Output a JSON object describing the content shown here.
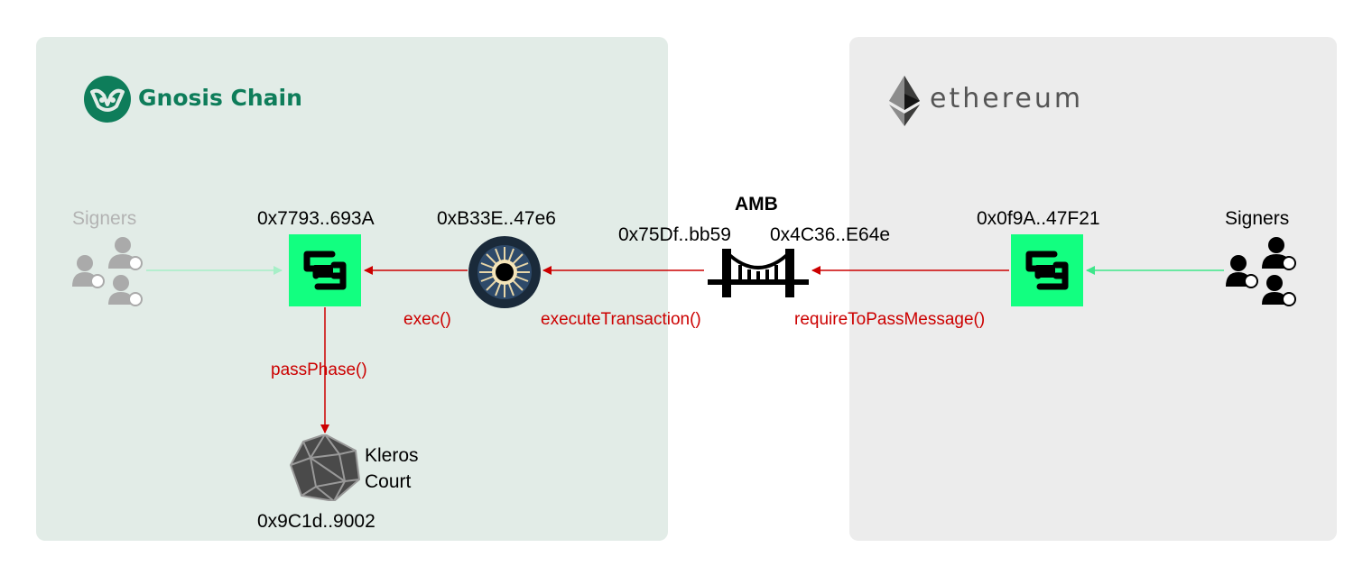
{
  "left_panel": {
    "brand": "Gnosis Chain",
    "signers_label": "Signers",
    "safe_address": "0x7793..693A",
    "module_address": "0xB33E..47e6",
    "exec_call": "exec()",
    "pass_phase_call": "passPhase()",
    "kleros_label_line1": "Kleros",
    "kleros_label_line2": "Court",
    "kleros_address": "0x9C1d..9002"
  },
  "bridge": {
    "title": "AMB",
    "gnosis_side_address": "0x75Df..bb59",
    "eth_side_address": "0x4C36..E64e",
    "execute_call": "executeTransaction()",
    "require_call": "requireToPassMessage()"
  },
  "right_panel": {
    "brand": "ethereum",
    "signers_label": "Signers",
    "safe_address": "0x0f9A..47F21"
  },
  "colors": {
    "gnosis_panel": "#e2ece7",
    "eth_panel": "#ececec",
    "safe_green": "#12ff80",
    "call_red": "#cc0000",
    "signer_arrow": "#3ee68a",
    "gnosis_brand": "#0e7d5a"
  },
  "icons": {
    "gnosis_logo": "gnosis-owl-icon",
    "eth_logo": "ethereum-diamond-icon",
    "safe": "safe-icon",
    "module": "zodiac-module-icon",
    "bridge": "bridge-icon",
    "kleros": "kleros-icosahedron-icon",
    "signers": "signers-icon"
  }
}
